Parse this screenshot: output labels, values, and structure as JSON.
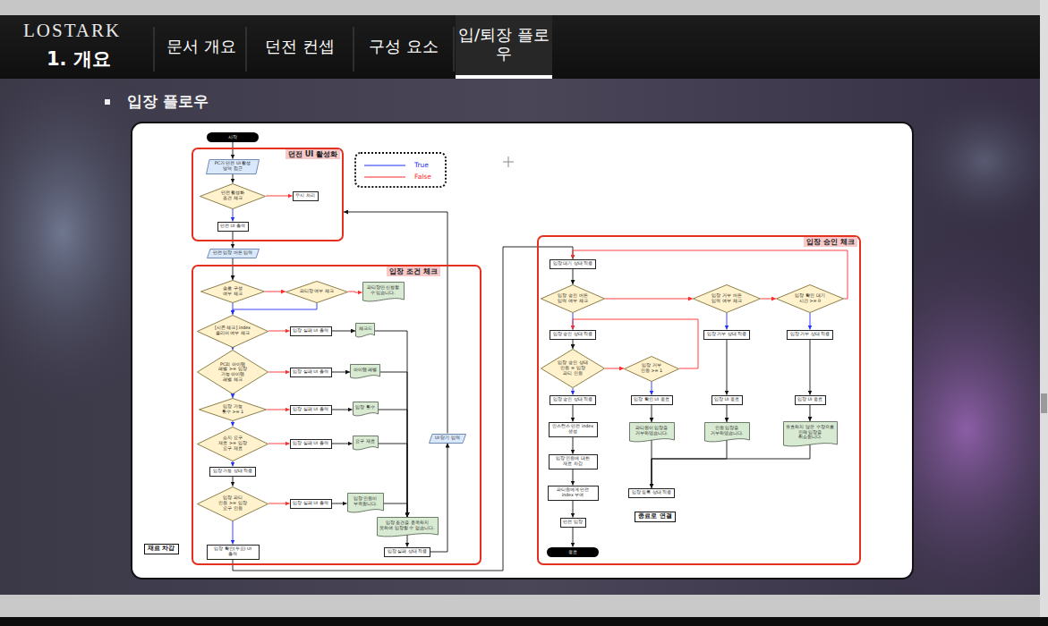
{
  "diagram": {
    "title": "입장 플로우",
    "nodes": [
      {
        "text": [
          "시작"
        ]
      },
      {
        "text": [
          "던전 UI 활성화"
        ]
      },
      {
        "text": [
          "PC가 던전 UI 활성 영역 접근"
        ],
        "in": 1
      },
      {
        "text": [
          "던전 활성화 조건 체크"
        ],
        "in": 1
      },
      {
        "text": [
          "무시 처리"
        ],
        "in": 1
      },
      {
        "text": [
          "던전 UI 출력"
        ],
        "in": 1
      },
      {
        "text": [
          "던전 입장 버튼 입력"
        ]
      },
      {
        "text": [
          "입장 조건 체크"
        ]
      },
      {
        "text": [
          "솔로 구성 여부 체크"
        ],
        "in": 7
      },
      {
        "text": [
          "파티장 여부 체크"
        ],
        "in": 7
      },
      {
        "text": [
          "파티장만 신청할 수 있습니다."
        ],
        "in": 7
      },
      {
        "text": [
          "[시즌 체크] index 클리어 여부 체크"
        ],
        "in": 7
      },
      {
        "text": [
          "입장 실패 UI 출력"
        ],
        "in": 7
      },
      {
        "text": [
          "체크드"
        ],
        "in": 7
      },
      {
        "text": [
          "PC의 아이템 레벨 >= 입장 가능 아이템 레벨 체크"
        ],
        "in": 7
      },
      {
        "text": [
          "입장 실패 UI 출력"
        ],
        "in": 7
      },
      {
        "text": [
          "아이템 레벨"
        ],
        "in": 7
      },
      {
        "text": [
          "입장 가능 횟수 >= 1"
        ],
        "in": 7
      },
      {
        "text": [
          "입장 실패 UI 출력"
        ],
        "in": 7
      },
      {
        "text": [
          "입장 횟수"
        ],
        "in": 7
      },
      {
        "text": [
          "소지 요구 재료 >= 입장 요구 재료"
        ],
        "in": 7
      },
      {
        "text": [
          "입장 실패 UI 출력"
        ],
        "in": 7
      },
      {
        "text": [
          "요구 재료"
        ],
        "in": 7
      },
      {
        "text": [
          "입장 가능 상태 적용"
        ],
        "in": 7
      },
      {
        "text": [
          "입장 파티 인원 >= 입장 요구 인원"
        ],
        "in": 7
      },
      {
        "text": [
          "입장 실패 UI 출력"
        ],
        "in": 7
      },
      {
        "text": [
          "입장 인원이 부족합니다."
        ],
        "in": 7
      },
      {
        "text": [
          "UI 닫기 입력"
        ],
        "in": 7
      },
      {
        "text": [
          "입장 조건을 충족하지 못하여 입장할 수 없습니다."
        ],
        "in": 7
      },
      {
        "text": [
          "입장 확인(투표) UI 출력"
        ],
        "in": 7
      },
      {
        "text": [
          "입장 실패 상태 적용"
        ],
        "in": 7
      },
      {
        "text": [
          "재료 차감"
        ]
      },
      {
        "text": [
          "입장 승인 체크"
        ]
      },
      {
        "text": [
          "입장 대기 상태 적용"
        ],
        "in": 32
      },
      {
        "text": [
          "입장 승인 버튼 입력 여부 체크"
        ],
        "in": 32
      },
      {
        "text": [
          "입장 거부 버튼 입력 여부 체크"
        ],
        "in": 32
      },
      {
        "text": [
          "입장 확인 대기 시간 >= 0"
        ],
        "in": 32
      },
      {
        "text": [
          "입장 승인 상태 적용"
        ],
        "in": 32
      },
      {
        "text": [
          "입장 거부 상태 적용"
        ],
        "in": 32
      },
      {
        "text": [
          "입장 거부 상태 적용"
        ],
        "in": 32
      },
      {
        "text": [
          "입장 승인 상태 인원 = 입장 파티 인원"
        ],
        "in": 32
      },
      {
        "text": [
          "입장 거부 인원 >= 1"
        ],
        "in": 32
      },
      {
        "text": [
          "입장 승인 상태 적용"
        ],
        "in": 32
      },
      {
        "text": [
          "입장 확인 UI 종료"
        ],
        "in": 32
      },
      {
        "text": [
          "입장 UI 종료"
        ],
        "in": 32
      },
      {
        "text": [
          "입장 UI 종료"
        ],
        "in": 32
      },
      {
        "text": [
          "인스턴스 던전 index 생성"
        ],
        "in": 32
      },
      {
        "text": [
          "파티원이 입장을 거부하였습니다."
        ],
        "in": 32
      },
      {
        "text": [
          "인원 입장을 거부하였습니다."
        ],
        "in": 32
      },
      {
        "text": [
          "유효하지 않은 수장으로 인해 입장을 취소합니다."
        ],
        "in": 32
      },
      {
        "text": [
          "입장 인원에 대한 재료 차감"
        ],
        "in": 32
      },
      {
        "text": [
          "입장 등록 상태 적용"
        ],
        "in": 32
      },
      {
        "text": [
          "파티원에게 던전 index 부여"
        ],
        "in": 32
      },
      {
        "text": [
          "던전 입장"
        ],
        "in": 32
      },
      {
        "text": [
          "종료로 연결"
        ],
        "in": 32
      },
      {
        "text": [
          "종료"
        ],
        "in": 32
      }
    ],
    "edges": [
      {
        "from": 0,
        "to": 2,
        "arrow": "to"
      },
      {
        "from": 2,
        "to": 3,
        "arrow": "to"
      },
      {
        "from": 3,
        "to": 4,
        "arrow": "to"
      },
      {
        "from": 3,
        "to": 5,
        "arrow": "to"
      },
      {
        "from": 5,
        "to": 6,
        "arrow": "to"
      },
      {
        "from": 6,
        "to": 8,
        "arrow": "to"
      },
      {
        "from": 8,
        "to": 9,
        "arrow": "to"
      },
      {
        "from": 9,
        "to": 10,
        "arrow": "to"
      },
      {
        "from": 9,
        "to": 11,
        "arrow": "to"
      },
      {
        "from": 8,
        "to": 11,
        "arrow": "to"
      },
      {
        "from": 11,
        "to": 12,
        "arrow": "to"
      },
      {
        "from": 12,
        "to": 13,
        "arrow": "to"
      },
      {
        "from": 11,
        "to": 14,
        "arrow": "to"
      },
      {
        "from": 14,
        "to": 15,
        "arrow": "to"
      },
      {
        "from": 15,
        "to": 16,
        "arrow": "to"
      },
      {
        "from": 14,
        "to": 17,
        "arrow": "to"
      },
      {
        "from": 17,
        "to": 18,
        "arrow": "to"
      },
      {
        "from": 18,
        "to": 19,
        "arrow": "to"
      },
      {
        "from": 17,
        "to": 20,
        "arrow": "to"
      },
      {
        "from": 20,
        "to": 21,
        "arrow": "to"
      },
      {
        "from": 21,
        "to": 22,
        "arrow": "to"
      },
      {
        "from": 20,
        "to": 23,
        "arrow": "to"
      },
      {
        "from": 23,
        "to": 24,
        "arrow": "to"
      },
      {
        "from": 24,
        "to": 25,
        "arrow": "to"
      },
      {
        "from": 25,
        "to": 26,
        "arrow": "to"
      },
      {
        "from": 24,
        "to": 29,
        "arrow": "to"
      },
      {
        "from": 13,
        "to": 28,
        "arrow": "to"
      },
      {
        "from": 16,
        "to": 28,
        "arrow": "to"
      },
      {
        "from": 19,
        "to": 28,
        "arrow": "to"
      },
      {
        "from": 22,
        "to": 28,
        "arrow": "to"
      },
      {
        "from": 26,
        "to": 28,
        "arrow": "to"
      },
      {
        "from": 28,
        "to": 30,
        "arrow": "to"
      },
      {
        "from": 30,
        "to": 27,
        "arrow": "to"
      },
      {
        "from": 27,
        "to": 1,
        "arrow": "to"
      },
      {
        "from": 29,
        "to": 33,
        "arrow": "to"
      },
      {
        "from": 33,
        "to": 34,
        "arrow": "to"
      },
      {
        "from": 34,
        "to": 37,
        "arrow": "to"
      },
      {
        "from": 34,
        "to": 35,
        "arrow": "to"
      },
      {
        "from": 35,
        "to": 38,
        "arrow": "to"
      },
      {
        "from": 35,
        "to": 36,
        "arrow": "to"
      },
      {
        "from": 36,
        "to": 39,
        "arrow": "to"
      },
      {
        "from": 36,
        "to": 33,
        "arrow": "to"
      },
      {
        "from": 37,
        "to": 40,
        "arrow": "to"
      },
      {
        "from": 40,
        "to": 42,
        "arrow": "to"
      },
      {
        "from": 40,
        "to": 41,
        "arrow": "to"
      },
      {
        "from": 41,
        "to": 43,
        "arrow": "to"
      },
      {
        "from": 41,
        "to": 37,
        "arrow": "to"
      },
      {
        "from": 38,
        "to": 44,
        "arrow": "to"
      },
      {
        "from": 39,
        "to": 45,
        "arrow": "to"
      },
      {
        "from": 42,
        "to": 46,
        "arrow": "to"
      },
      {
        "from": 46,
        "to": 50,
        "arrow": "to"
      },
      {
        "from": 50,
        "to": 52,
        "arrow": "to"
      },
      {
        "from": 52,
        "to": 53,
        "arrow": "to"
      },
      {
        "from": 53,
        "to": 55,
        "arrow": "to"
      },
      {
        "from": 43,
        "to": 47,
        "arrow": "to"
      },
      {
        "from": 44,
        "to": 48,
        "arrow": "to"
      },
      {
        "from": 45,
        "to": 49,
        "arrow": "to"
      },
      {
        "from": 47,
        "to": 51,
        "arrow": "to"
      },
      {
        "from": 48,
        "to": 51,
        "arrow": "to"
      },
      {
        "from": 49,
        "to": 51,
        "arrow": "to"
      }
    ],
    "labels": [
      "LOSTARK",
      "1. 개요",
      "문서 개요",
      "던전 컨셉",
      "구성 요소",
      "입/퇴장 플로우"
    ],
    "legend": [
      {
        "text": "True"
      },
      {
        "text": "False"
      }
    ]
  }
}
